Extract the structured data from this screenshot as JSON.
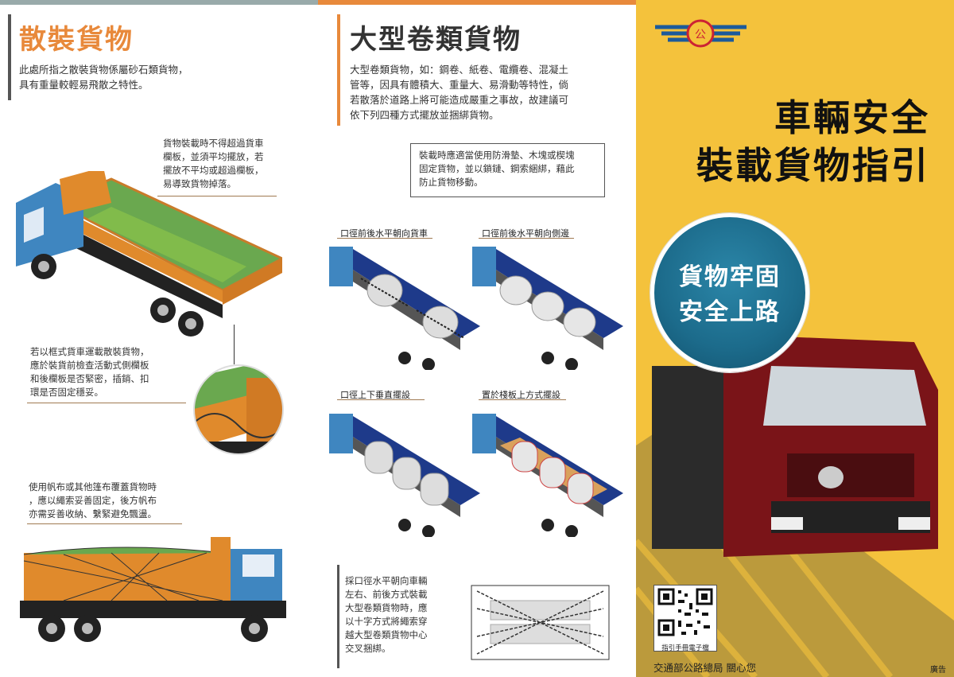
{
  "left": {
    "title": "散裝貨物",
    "intro_line1": "此處所指之散裝貨物係屬砂石類貨物，",
    "intro_line2": "具有重量較輕易飛散之特性。",
    "note1": [
      "貨物裝載時不得超過貨車",
      "欄板，並須平均擺放，若",
      "擺放不平均或超過欄板，",
      "易導致貨物掉落。"
    ],
    "note2": [
      "若以框式貨車運載散裝貨物，",
      "應於裝貨前檢查活動式側欄板",
      "和後欄板是否緊密，插銷、扣",
      "環是否固定穩妥。"
    ],
    "note3": [
      "使用帆布或其他篷布覆蓋貨物時",
      "，應以繩索妥善固定，後方帆布",
      "亦需妥善收納、繫緊避免飄盪。"
    ]
  },
  "middle": {
    "title": "大型卷類貨物",
    "intro": [
      "大型卷類貨物，如：鋼卷、紙卷、電纜卷、混凝土",
      "管等，因具有體積大、重量大、易滑動等特性，倘",
      "若散落於道路上將可能造成嚴重之事故，故建議可",
      "依下列四種方式擺放並捆綁貨物。"
    ],
    "box": [
      "裝載時應適當使用防滑墊、木塊或楔塊",
      "固定貨物，並以鎖鏈、鋼索綑綁，藉此",
      "防止貨物移動。"
    ],
    "label1": "口徑前後水平朝向貨車",
    "label2": "口徑前後水平朝向側邊",
    "label3": "口徑上下垂直擺設",
    "label4": "置於棧板上方式擺設",
    "note": [
      "採口徑水平朝向車輛",
      "左右、前後方式裝載",
      "大型卷類貨物時，應",
      "以十字方式將繩索穿",
      "越大型卷類貨物中心",
      "交叉捆綁。"
    ]
  },
  "right": {
    "title_line1": "車輛安全",
    "title_line2": "裝載貨物指引",
    "circle_line1": "貨物牢固",
    "circle_line2": "安全上路",
    "qr_caption": "指引手冊電子檔",
    "footer": "交通部公路總局 關心您",
    "corner": "廣告"
  },
  "colors": {
    "accent_orange": "#e8893b",
    "panel_yellow": "#f4c23c",
    "circle_blue": "#1c6b8b",
    "truck_red": "#7a1418",
    "truck_blue": "#3f86c0"
  }
}
